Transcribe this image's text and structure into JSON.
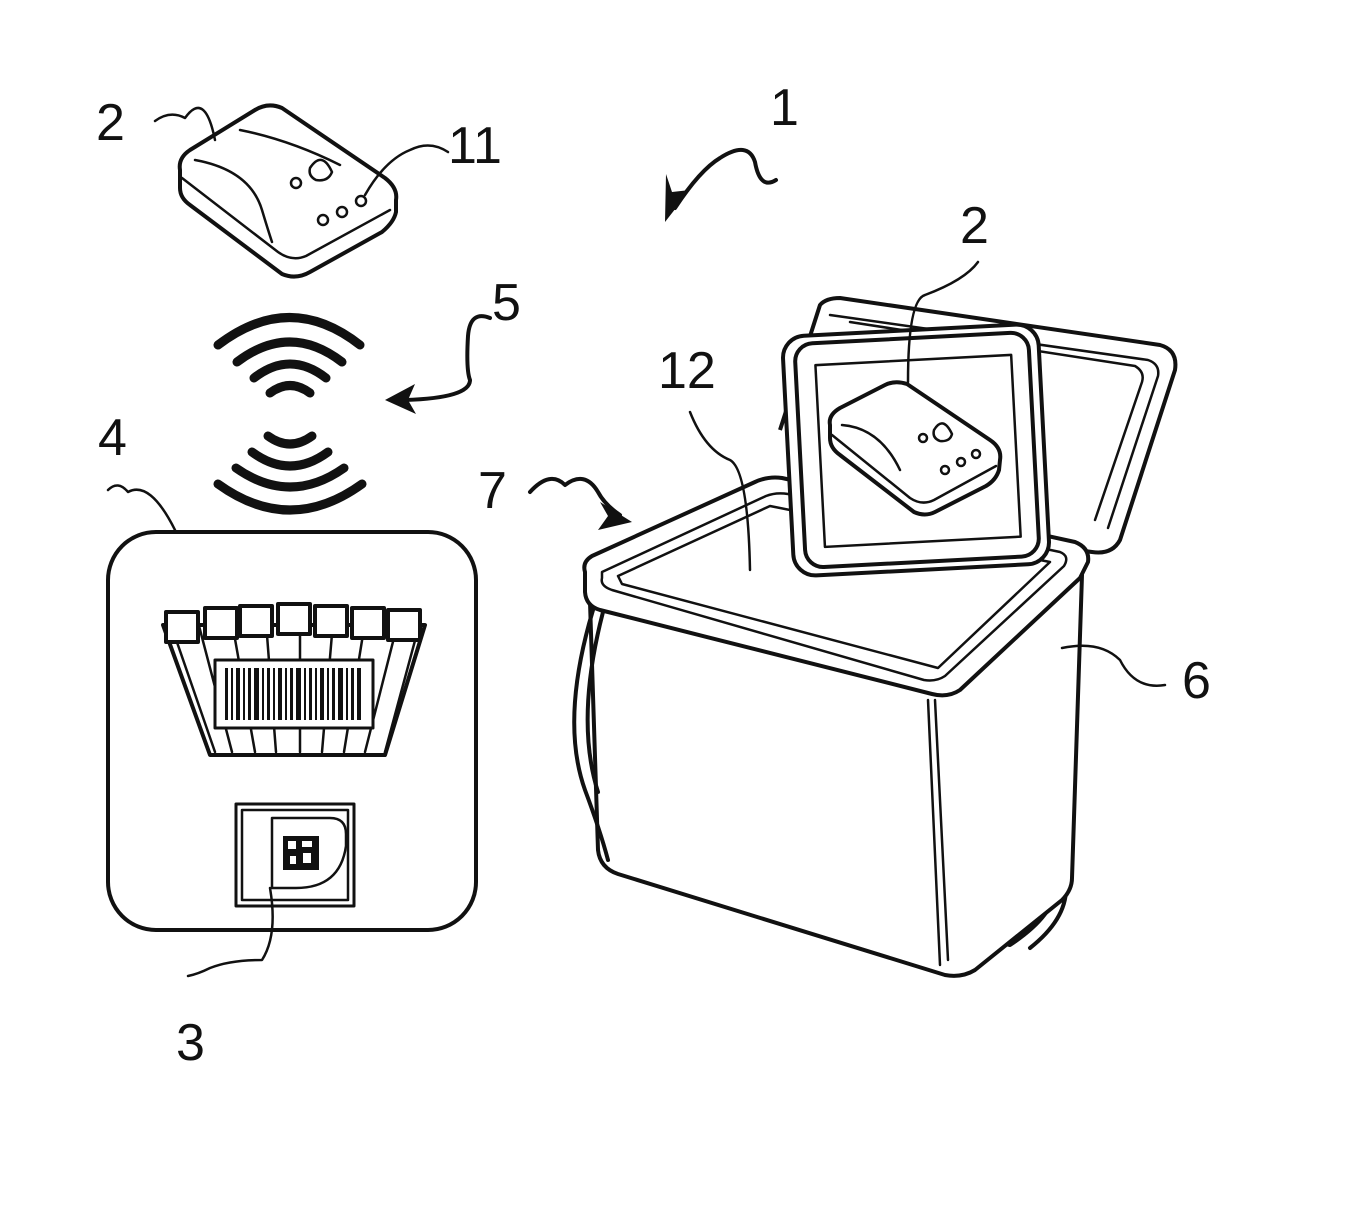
{
  "labels": {
    "system": "1",
    "device_top": "2",
    "device_lid": "2",
    "tag": "3",
    "package": "4",
    "signal": "5",
    "strap": "6",
    "cooler": "7",
    "led": "11",
    "interior": "12"
  },
  "colors": {
    "ink": "#111111",
    "paper": "#ffffff"
  }
}
